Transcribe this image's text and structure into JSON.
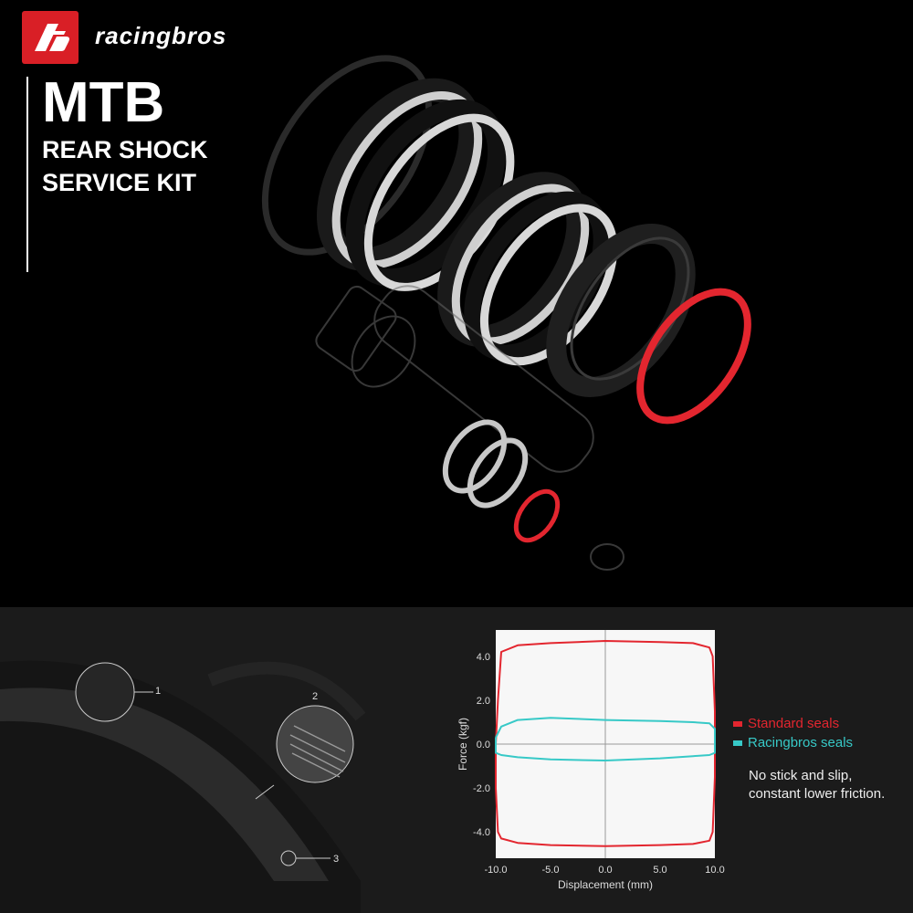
{
  "brand": {
    "name": "racingbros",
    "logo": "rb-logo-icon",
    "accent": "#d91f26"
  },
  "title": {
    "main": "MTB",
    "line1": "REAR SHOCK",
    "line2": "SERVICE KIT"
  },
  "callouts": [
    "1",
    "2",
    "3"
  ],
  "chart_data": {
    "type": "line",
    "xlabel": "Displacement (mm)",
    "ylabel": "Force (kgf)",
    "xlim": [
      -10.0,
      10.0
    ],
    "ylim": [
      -5.2,
      5.2
    ],
    "xticks": [
      "-10.0",
      "-5.0",
      "0.0",
      "5.0",
      "10.0"
    ],
    "yticks": [
      "4.0",
      "2.0",
      "0.0",
      "-2.0",
      "-4.0"
    ],
    "grid": "zero-lines",
    "series": [
      {
        "name": "Standard seals",
        "color": "#e3262f",
        "x": [
          -10,
          -9.8,
          -9.5,
          -8,
          -5,
          0,
          5,
          8,
          9.5,
          9.8,
          10,
          10,
          9.8,
          9.5,
          8,
          5,
          0,
          -5,
          -8,
          -9.5,
          -9.8,
          -10,
          -10
        ],
        "y": [
          0,
          2.0,
          4.2,
          4.5,
          4.6,
          4.7,
          4.65,
          4.6,
          4.4,
          4.0,
          1.5,
          -1.5,
          -4.0,
          -4.4,
          -4.55,
          -4.6,
          -4.65,
          -4.6,
          -4.5,
          -4.3,
          -4.0,
          -2.0,
          0
        ]
      },
      {
        "name": "Racingbros seals",
        "color": "#37c9c7",
        "x": [
          -10,
          -9.5,
          -8,
          -5,
          0,
          5,
          8,
          9.5,
          10,
          10,
          9.5,
          8,
          5,
          0,
          -5,
          -8,
          -9.5,
          -10,
          -10
        ],
        "y": [
          0.3,
          0.8,
          1.1,
          1.2,
          1.1,
          1.05,
          1.0,
          0.95,
          0.7,
          -0.4,
          -0.5,
          -0.55,
          -0.65,
          -0.75,
          -0.7,
          -0.6,
          -0.5,
          -0.4,
          0.3
        ]
      }
    ]
  },
  "legend": {
    "standard": "Standard seals",
    "racingbros": "Racingbros seals"
  },
  "note": {
    "line1": "No stick and slip,",
    "line2": "constant lower friction."
  }
}
